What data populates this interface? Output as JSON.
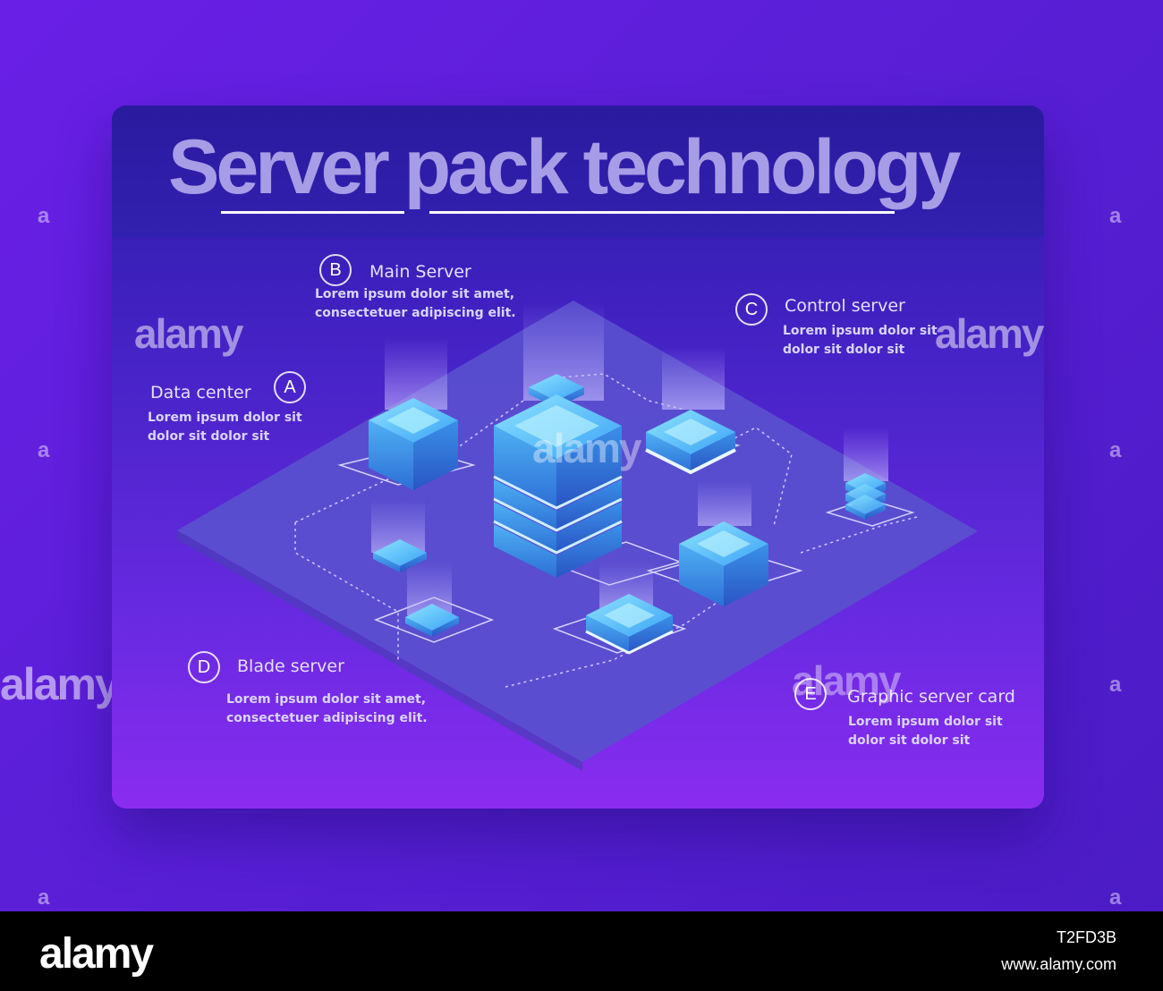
{
  "title": "Server pack technology",
  "labels": {
    "a": {
      "letter": "A",
      "title": "Data center",
      "desc_1": "Lorem ipsum dolor sit",
      "desc_2": "dolor sit  dolor sit"
    },
    "b": {
      "letter": "B",
      "title": "Main Server",
      "desc_1": "Lorem ipsum dolor sit amet,",
      "desc_2": "consectetuer adipiscing elit."
    },
    "c": {
      "letter": "C",
      "title": "Control server",
      "desc_1": "Lorem ipsum dolor sit",
      "desc_2": "dolor sit  dolor sit"
    },
    "d": {
      "letter": "D",
      "title": "Blade server",
      "desc_1": "Lorem ipsum dolor sit amet,",
      "desc_2": "consectetuer adipiscing elit."
    },
    "e": {
      "letter": "E",
      "title": "Graphic server card",
      "desc_1": "Lorem ipsum dolor sit",
      "desc_2": "dolor sit  dolor sit"
    }
  },
  "watermark": {
    "text": "alamy",
    "small": "a"
  },
  "footer": {
    "logo": "alamy",
    "image_id": "T2FD3B",
    "site": "www.alamy.com"
  },
  "colors": {
    "accent": "#5fc4ff",
    "card_top": "#2a1a9e",
    "card_bottom": "#8a2cf0",
    "platform": "#5a4fcf"
  }
}
